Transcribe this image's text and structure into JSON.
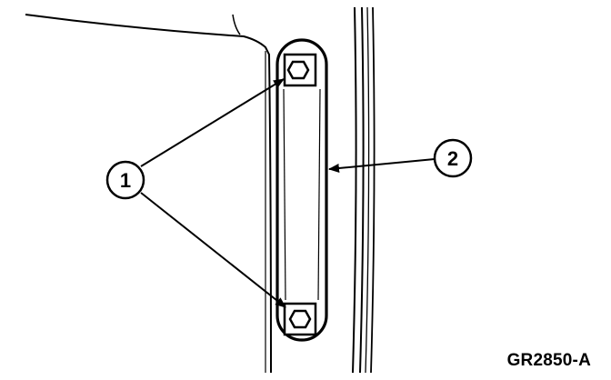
{
  "callouts": [
    {
      "label": "1"
    },
    {
      "label": "2"
    }
  ],
  "figure_id": "GR2850-A",
  "colors": {
    "line": "#000000",
    "background": "#ffffff"
  }
}
